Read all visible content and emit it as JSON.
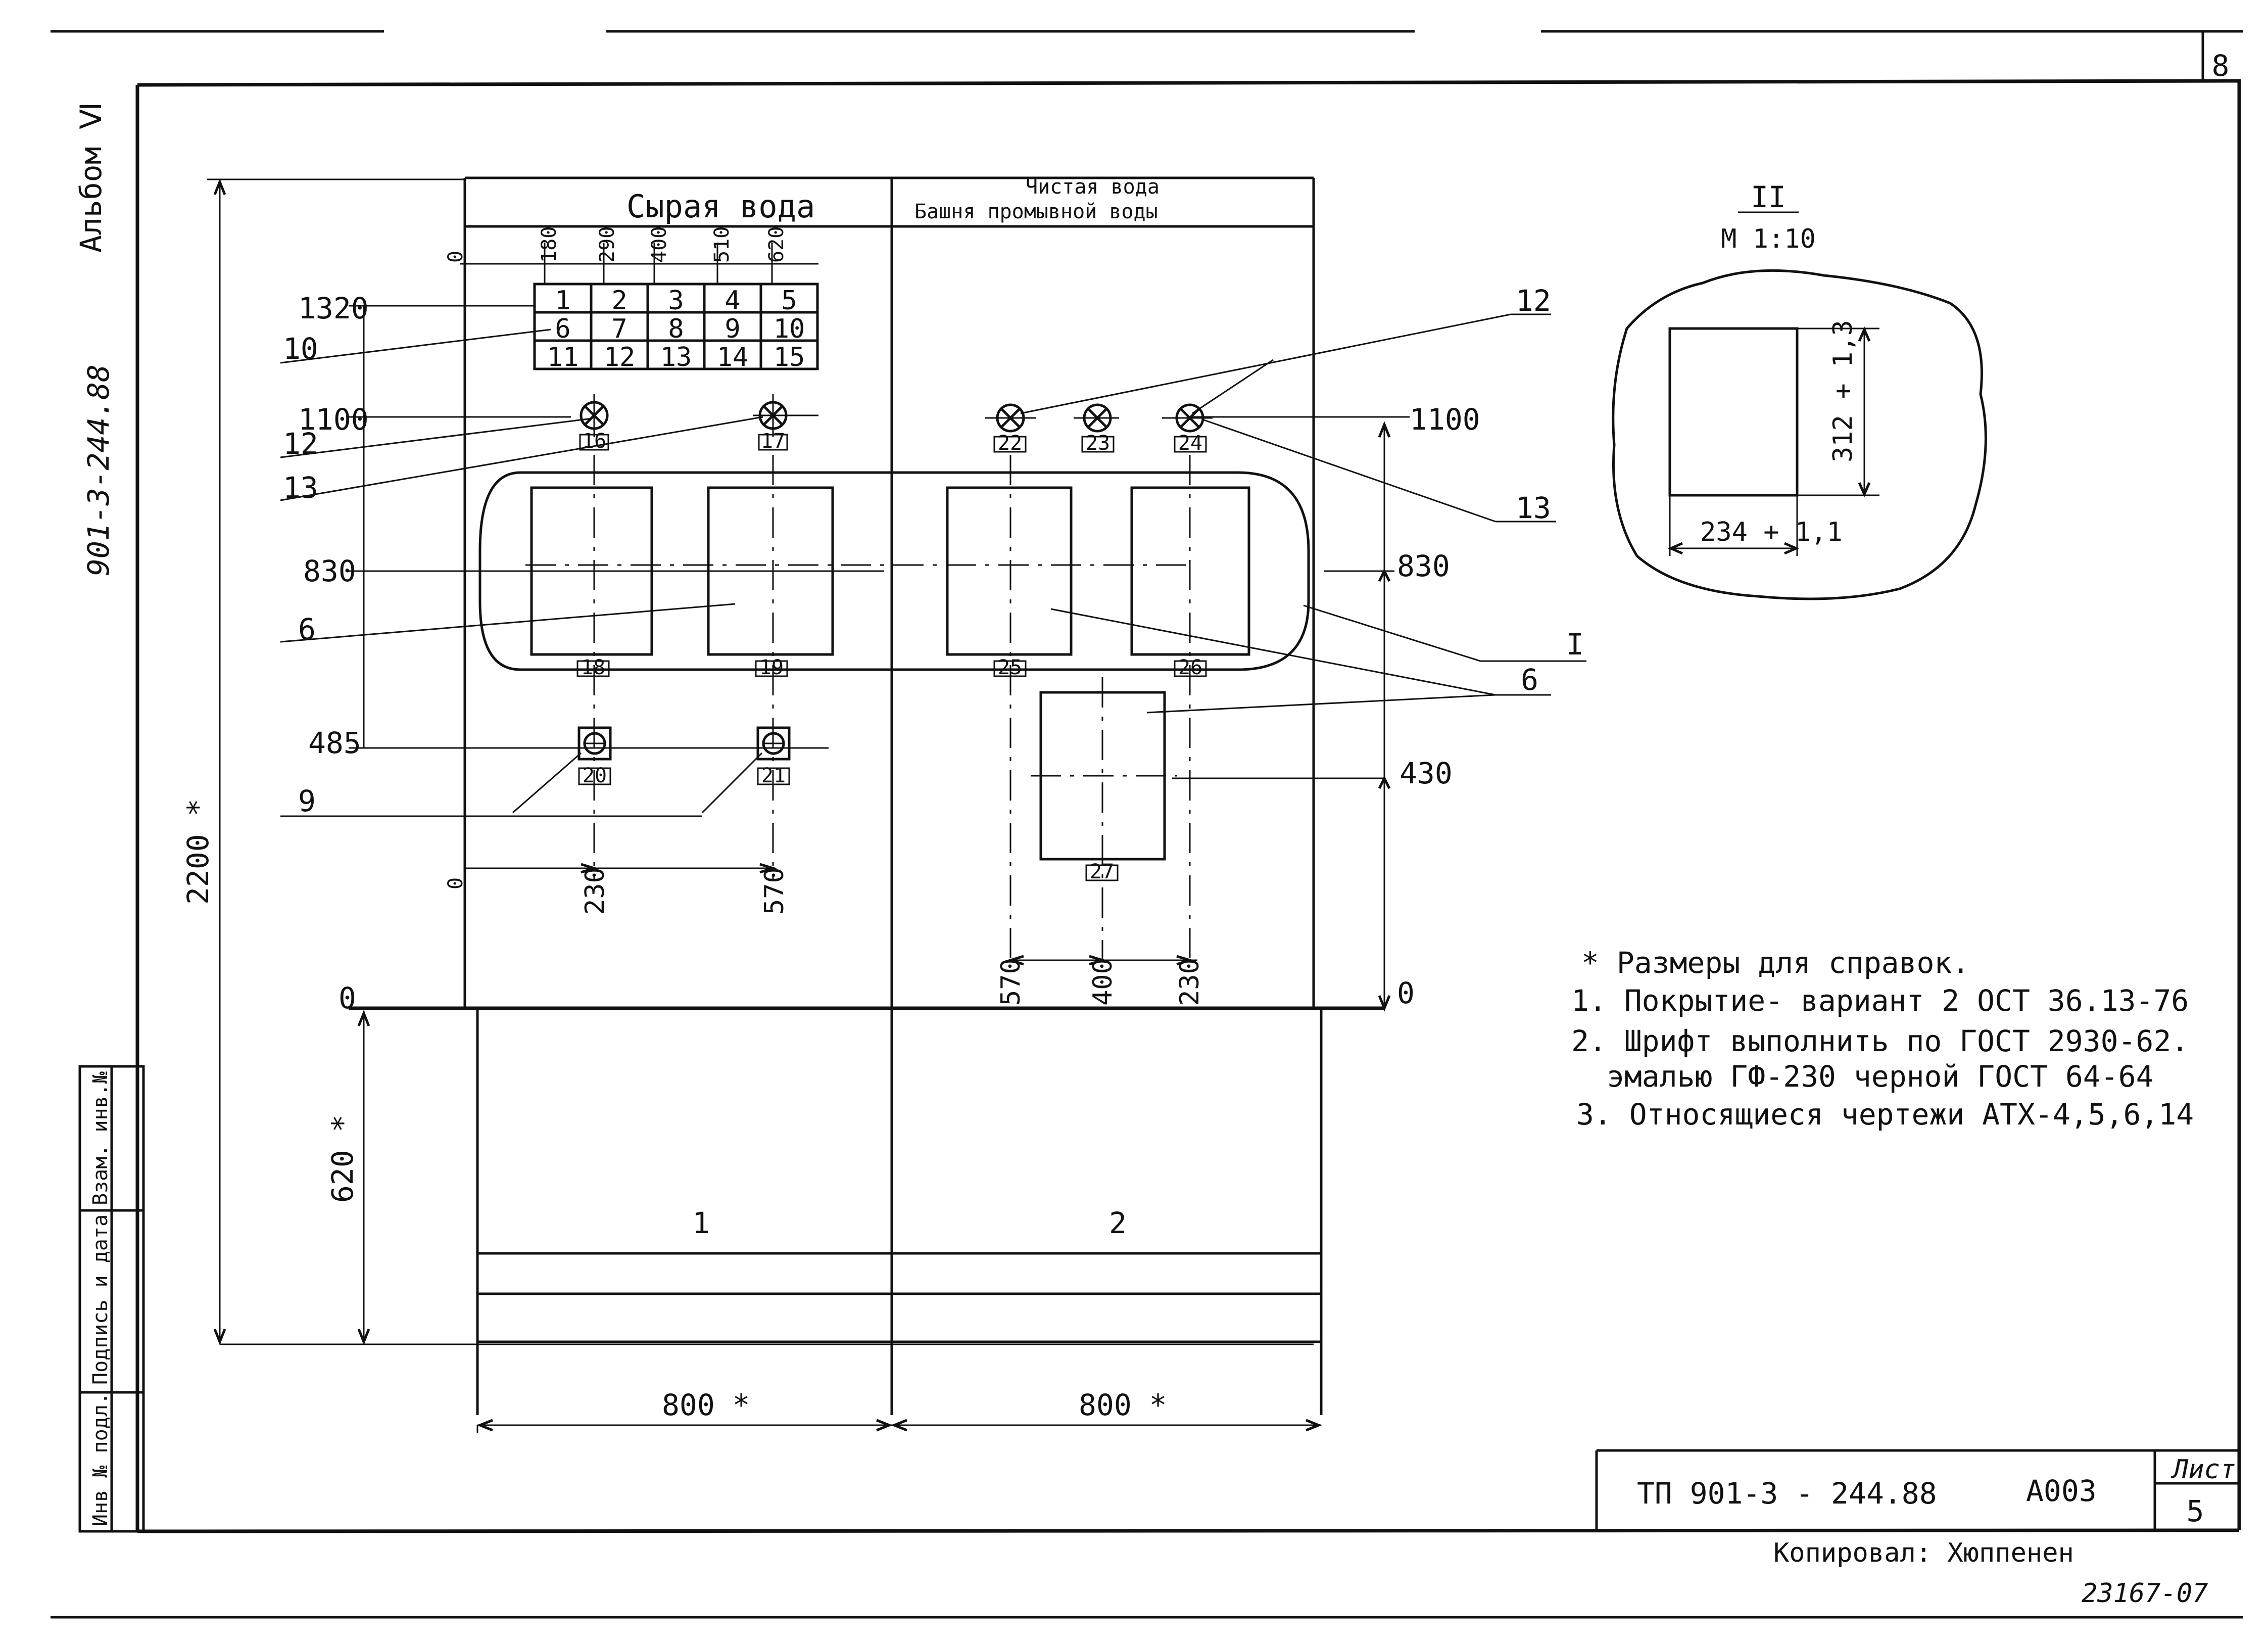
{
  "sheet": {
    "page_number": "8",
    "album": "Альбом Ⅵ",
    "project_code_vertical": "901-3-244.88",
    "copyist": "Копировал: Хюппенен",
    "order_number": "23167-07"
  },
  "stamp": {
    "code": "ТП 901-3 - 244.88",
    "drawing_code": "А003",
    "sheet_label": "Лист",
    "sheet_number": "5"
  },
  "side_box": {
    "inv_no": "Инв № подл.",
    "sign_date": "Подпись и дата",
    "replace_inv": "Взам. инв.№"
  },
  "panel": {
    "section1_title": "Сырая вода",
    "section2_title_line1": "Чистая вода",
    "section2_title_line2": "Башня промывной воды",
    "section1_label": "1",
    "section2_label": "2",
    "width1": "800 *",
    "width2": "800 *",
    "height_total": "2200 *",
    "height_lower": "620 *"
  },
  "levels": {
    "l1320": "1320",
    "l1100": "1100",
    "l1100r": "1100",
    "l830": "830",
    "l830r": "830",
    "l485": "485",
    "l430": "430",
    "l0": "0",
    "l0r": "0",
    "zero_top": "0",
    "zero_bottom": "0"
  },
  "top_dims": [
    "180",
    "290",
    "400",
    "510",
    "620"
  ],
  "bottom_dims_left": [
    "230",
    "570"
  ],
  "bottom_dims_right": [
    "570",
    "400",
    "230"
  ],
  "grid_cells": [
    [
      "1",
      "2",
      "3",
      "4",
      "5"
    ],
    [
      "6",
      "7",
      "8",
      "9",
      "10"
    ],
    [
      "11",
      "12",
      "13",
      "14",
      "15"
    ]
  ],
  "tags": {
    "t16": "16",
    "t17": "17",
    "t18": "18",
    "t19": "19",
    "t20": "20",
    "t21": "21",
    "t22": "22",
    "t23": "23",
    "t24": "24",
    "t25": "25",
    "t26": "26",
    "t27": "27"
  },
  "callouts": {
    "c10": "10",
    "c12l": "12",
    "c13l": "13",
    "c6l": "6",
    "c9": "9",
    "c12r": "12",
    "c13r": "13",
    "cI": "I",
    "c6r": "6"
  },
  "detail": {
    "title": "II",
    "scale": "М 1:10",
    "dim_h": "312 + 1,3",
    "dim_w": "234 + 1,1"
  },
  "notes": [
    "* Размеры для справок.",
    "1. Покрытие- вариант 2 ОСТ 36.13-76",
    "2. Шрифт выполнить по ГОСТ 2930-62.",
    "эмалью ГФ-230 черной ГОСТ 64-64",
    "3. Относящиеся чертежи АТХ-4,5,6,14"
  ]
}
